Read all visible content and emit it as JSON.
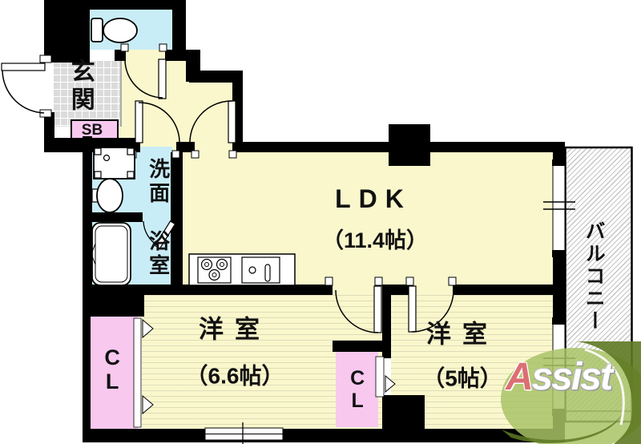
{
  "colors": {
    "wall": "#000000",
    "floor_yellow": "#FAF7CC",
    "wet_area_cyan": "#C9EDF7",
    "closet_pink": "#F8C8EF",
    "entrance_tile_gray": "#DBDBDB",
    "balcony_hatch_gray": "#8C8C8C",
    "logo_green": "#A8C366",
    "logo_leaf_dark_green": "#5E7922",
    "logo_red": "#DB6F74"
  },
  "rooms": {
    "entrance": {
      "label": "玄関"
    },
    "shoe_box": {
      "label": "SB"
    },
    "washroom": {
      "label": "洗面"
    },
    "bathroom": {
      "label": "浴室"
    },
    "ldk": {
      "label": "LDK",
      "size": "（11.4帖）"
    },
    "bedroom1": {
      "label": "洋室",
      "size": "（6.6帖）"
    },
    "bedroom2": {
      "label": "洋室",
      "size": "（5帖）"
    },
    "closet1": {
      "label": "CL"
    },
    "closet2": {
      "label": "CL"
    },
    "balcony": {
      "label": "バルコニー"
    }
  },
  "logo": {
    "first_letter": "A",
    "rest": "ssist"
  }
}
